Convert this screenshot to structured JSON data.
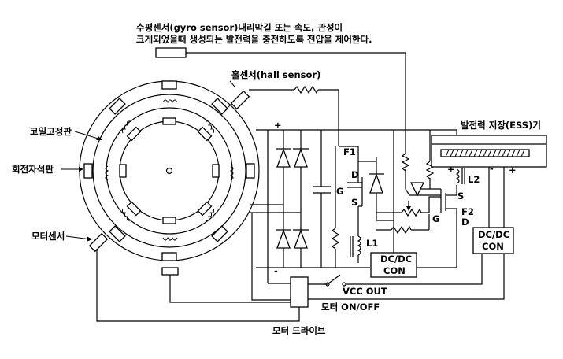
{
  "labels": {
    "gyro_note_line1": "수평센서(gyro sensor)내리막길 또는 속도, 관성이",
    "gyro_note_line2": "크게되었을때 생성되는 발전력을 충전하도록 전압을 제어한다.",
    "hall_sensor": "홀센서(hall sensor)",
    "coil_plate": "코일고정판",
    "rotor_magnet": "회전자석판",
    "motor_sensor": "모터센서",
    "ess": "발전력 저장(ESS)기",
    "f1": "F1",
    "f1_d": "D",
    "f1_g": "G",
    "f1_s": "S",
    "l1": "L1",
    "l2": "L2",
    "f2": "F2",
    "f2_s": "S",
    "f2_g": "G",
    "f2_d": "D",
    "dcdc": "DC/DC",
    "con": "CON",
    "vcc_out": "VCC OUT",
    "motor_onoff": "모터 ON/OFF",
    "motor_drive": "모터 드라이브",
    "plus": "+",
    "minus": "-"
  }
}
